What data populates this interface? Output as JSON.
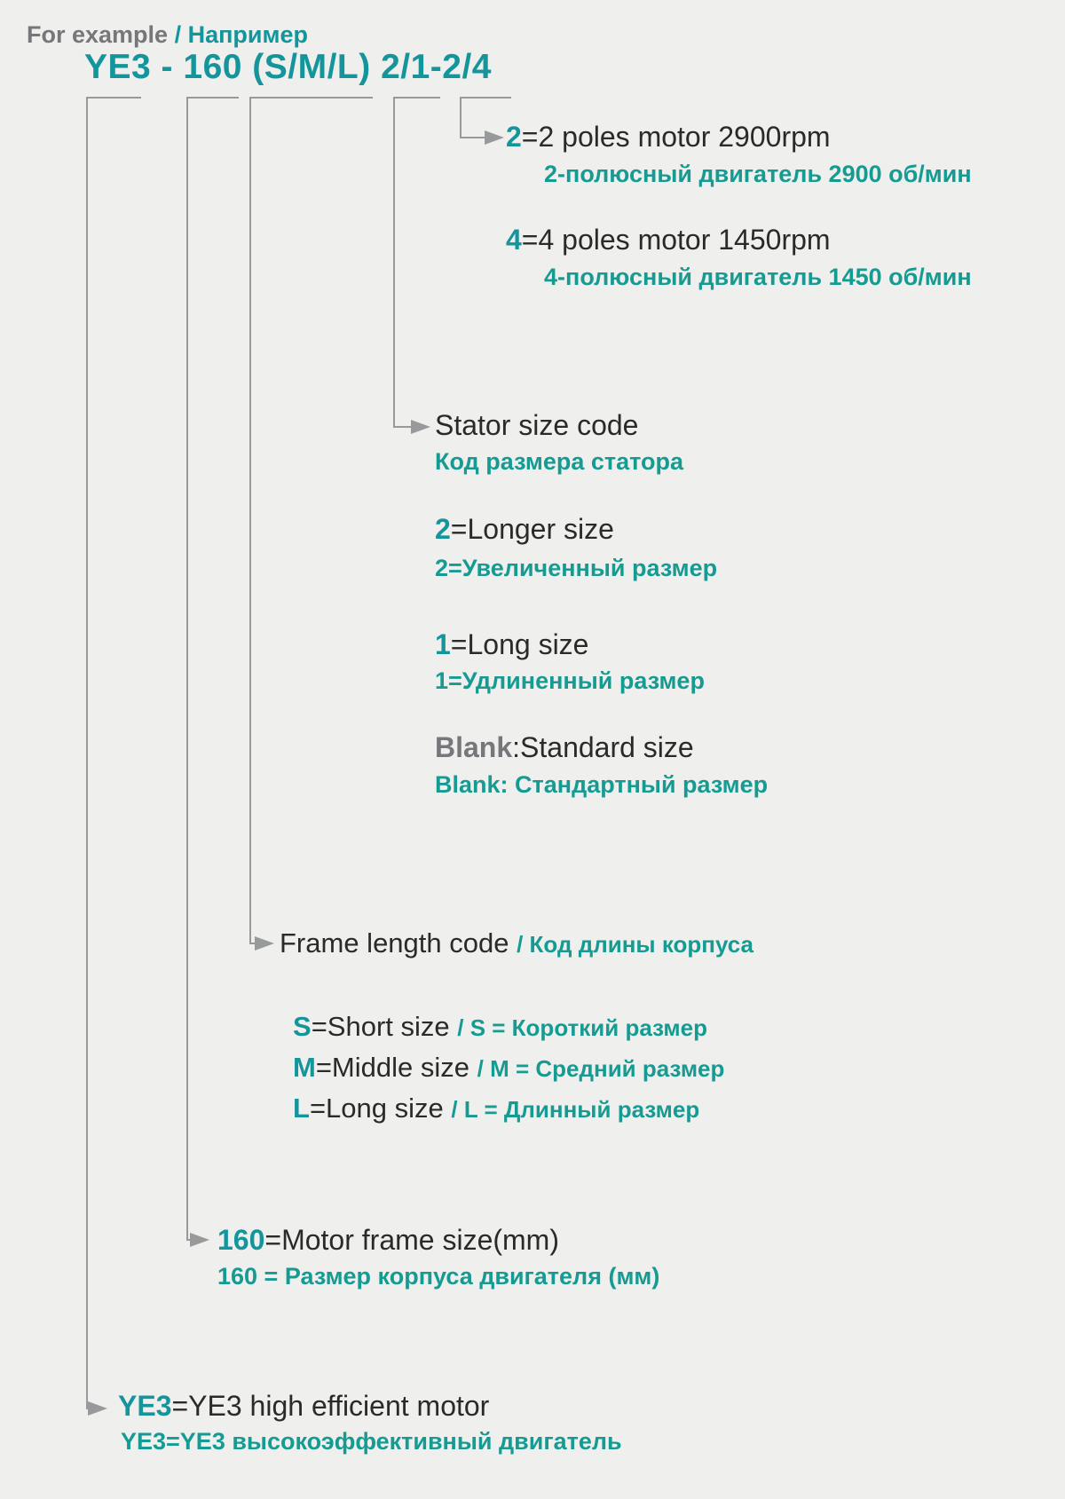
{
  "header": {
    "en": "For example",
    "ru": "/ Например"
  },
  "model": "YE3 - 160 (S/M/L) 2/1-2/4",
  "blocks": {
    "poles": {
      "p2_key": "2",
      "p2_en": "=2 poles motor 2900rpm",
      "p2_ru": "2-полюсный двигатель 2900 об/мин",
      "p4_key": "4",
      "p4_en": "=4 poles motor 1450rpm",
      "p4_ru": "4-полюсный двигатель 1450 об/мин"
    },
    "stator": {
      "title_en": "Stator size code",
      "title_ru": "Код размера статора",
      "i2_key": "2",
      "i2_en": "=Longer size",
      "i2_ru": "2=Увеличенный размер",
      "i1_key": "1",
      "i1_en": "=Long size",
      "i1_ru": "1=Удлиненный размер",
      "blank_key": "Blank",
      "blank_en": ":Standard size",
      "blank_ru": "Blank: Стандартный размер"
    },
    "frame_length": {
      "title_en": "Frame length code",
      "title_ru": "/ Код длины корпуса",
      "s_key": "S",
      "s_en": "=Short size",
      "s_ru": "/ S = Короткий размер",
      "m_key": "M",
      "m_en": "=Middle size",
      "m_ru": "/ M = Средний размер",
      "l_key": "L",
      "l_en": "=Long size",
      "l_ru": "/ L = Длинный размер"
    },
    "frame_size": {
      "key": "160",
      "en": "=Motor frame size(mm)",
      "ru": "160 = Размер корпуса двигателя (мм)"
    },
    "series": {
      "key": "YE3",
      "en": "=YE3 high efficient motor",
      "ru": "YE3=YE3 высокоэффективный двигатель"
    }
  },
  "colors": {
    "background": "#EFEFED",
    "teal": "#14959B",
    "teal_russian": "#169B93",
    "text_dark": "#2B2A28",
    "text_gray": "#76777A",
    "connector_gray": "#98999B"
  }
}
